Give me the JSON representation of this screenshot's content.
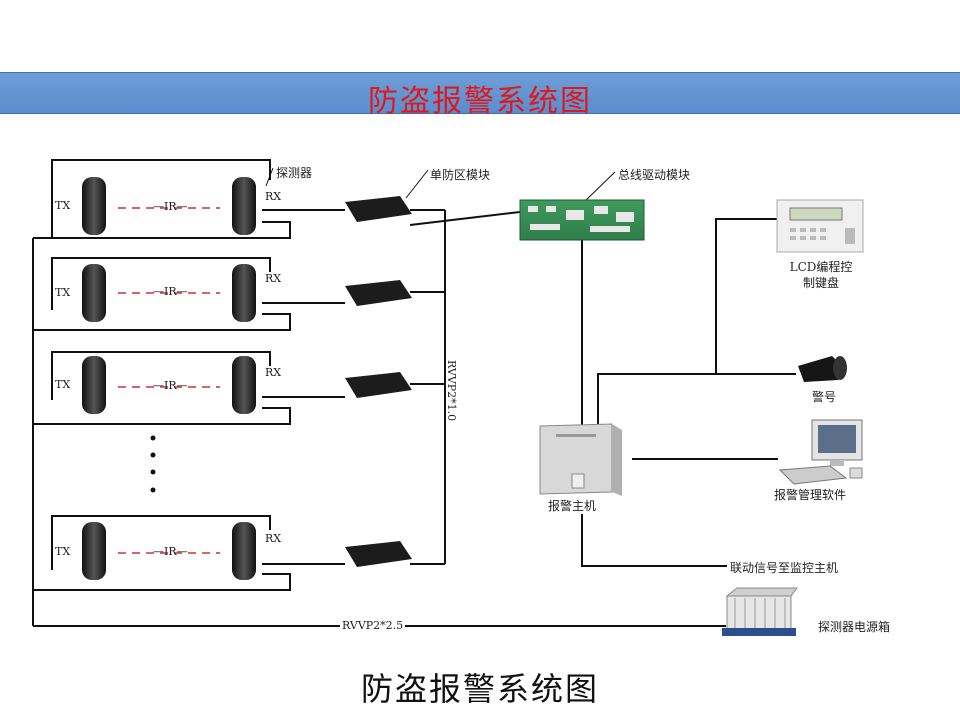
{
  "title": "防盗报警系统图",
  "caption": "防盗报警系统图",
  "labels": {
    "detector": "探测器",
    "single_zone_module": "单防区模块",
    "bus_driver_module": "总线驱动模块",
    "tx": "TX",
    "rx": "RX",
    "ir": "—IR—",
    "cable_bus": "RVVP2*1.0",
    "cable_power": "RVVP2*2.5",
    "lcd_keypad_line1": "LCD编程控",
    "lcd_keypad_line2": "制键盘",
    "siren": "警号",
    "alarm_host": "报警主机",
    "alarm_software": "报警管理软件",
    "linkage_signal": "联动信号至监控主机",
    "detector_power_box": "探测器电源箱"
  },
  "colors": {
    "banner": "#5b8ccd",
    "title_red": "#e01818",
    "ir_red": "#cc3333",
    "board_green": "#2f7d4a"
  }
}
